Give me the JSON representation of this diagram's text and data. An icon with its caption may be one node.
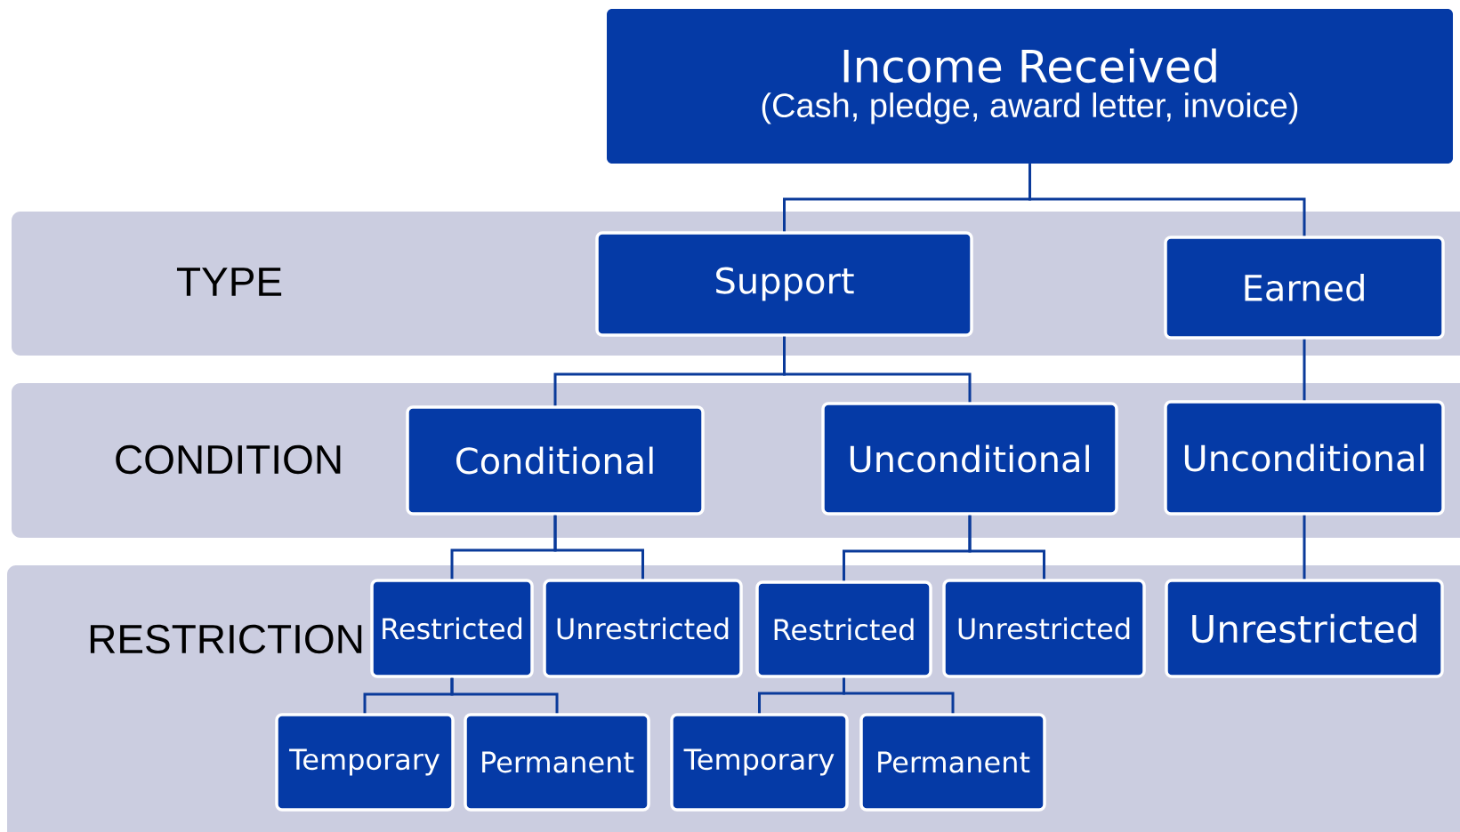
{
  "diagram": {
    "nodes": [
      {
        "text": [
          "Income Received",
          "(Cash, pledge, award letter, invoice)"
        ]
      },
      {
        "text": [
          "TYPE"
        ]
      },
      {
        "text": [
          "Support"
        ],
        "in": 1
      },
      {
        "text": [
          "Earned"
        ],
        "in": 1
      },
      {
        "text": [
          "CONDITION"
        ]
      },
      {
        "text": [
          "Conditional"
        ],
        "in": 4
      },
      {
        "text": [
          "Unconditional"
        ],
        "in": 4
      },
      {
        "text": [
          "Unconditional"
        ],
        "in": 4
      },
      {
        "text": [
          "RESTRICTION"
        ]
      },
      {
        "text": [
          "Restricted"
        ],
        "in": 8
      },
      {
        "text": [
          "Unrestricted"
        ],
        "in": 8
      },
      {
        "text": [
          "Restricted"
        ],
        "in": 8
      },
      {
        "text": [
          "Unrestricted"
        ],
        "in": 8
      },
      {
        "text": [
          "Unrestricted"
        ],
        "in": 8
      },
      {
        "text": [
          "Temporary"
        ],
        "in": 8
      },
      {
        "text": [
          "Permanent"
        ],
        "in": 8
      },
      {
        "text": [
          "Temporary"
        ],
        "in": 8
      },
      {
        "text": [
          "Permanent"
        ],
        "in": 8
      }
    ],
    "edges": [
      {
        "from": 0,
        "to": 2,
        "arrow": "none"
      },
      {
        "from": 0,
        "to": 3,
        "arrow": "none"
      },
      {
        "from": 2,
        "to": 5,
        "arrow": "none"
      },
      {
        "from": 2,
        "to": 6,
        "arrow": "none"
      },
      {
        "from": 3,
        "to": 7,
        "arrow": "none"
      },
      {
        "from": 5,
        "to": 9,
        "arrow": "none"
      },
      {
        "from": 5,
        "to": 10,
        "arrow": "none"
      },
      {
        "from": 6,
        "to": 11,
        "arrow": "none"
      },
      {
        "from": 6,
        "to": 12,
        "arrow": "none"
      },
      {
        "from": 7,
        "to": 13,
        "arrow": "none"
      },
      {
        "from": 9,
        "to": 14,
        "arrow": "none"
      },
      {
        "from": 9,
        "to": 15,
        "arrow": "none"
      },
      {
        "from": 11,
        "to": 16,
        "arrow": "none"
      },
      {
        "from": 11,
        "to": 17,
        "arrow": "none"
      }
    ]
  }
}
